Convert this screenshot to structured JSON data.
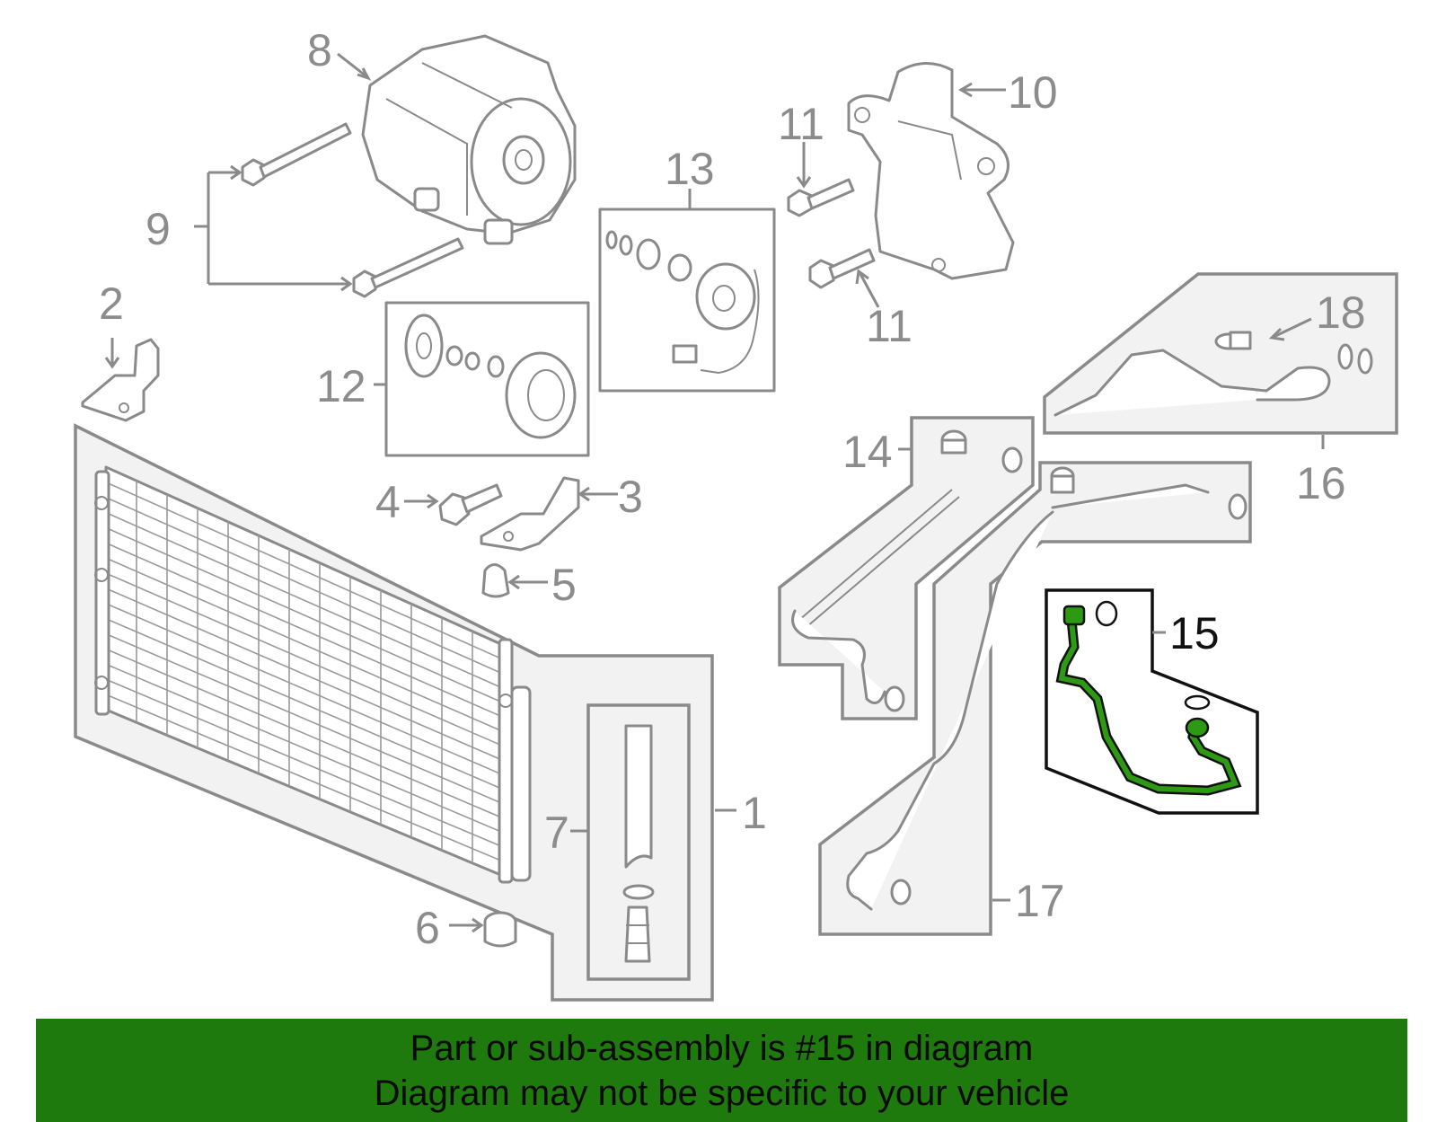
{
  "callouts": {
    "c1": "1",
    "c2": "2",
    "c3": "3",
    "c4": "4",
    "c5": "5",
    "c6": "6",
    "c7": "7",
    "c8": "8",
    "c9": "9",
    "c10": "10",
    "c11a": "11",
    "c11b": "11",
    "c12": "12",
    "c13": "13",
    "c14": "14",
    "c15": "15",
    "c16": "16",
    "c17": "17",
    "c18": "18"
  },
  "highlight": {
    "color": "#1f7a0e",
    "part": "15"
  },
  "footer": {
    "line1": "Part or sub-assembly is #15 in diagram",
    "line2": "Diagram may not be specific to your vehicle",
    "background": "#1f7a0e"
  }
}
